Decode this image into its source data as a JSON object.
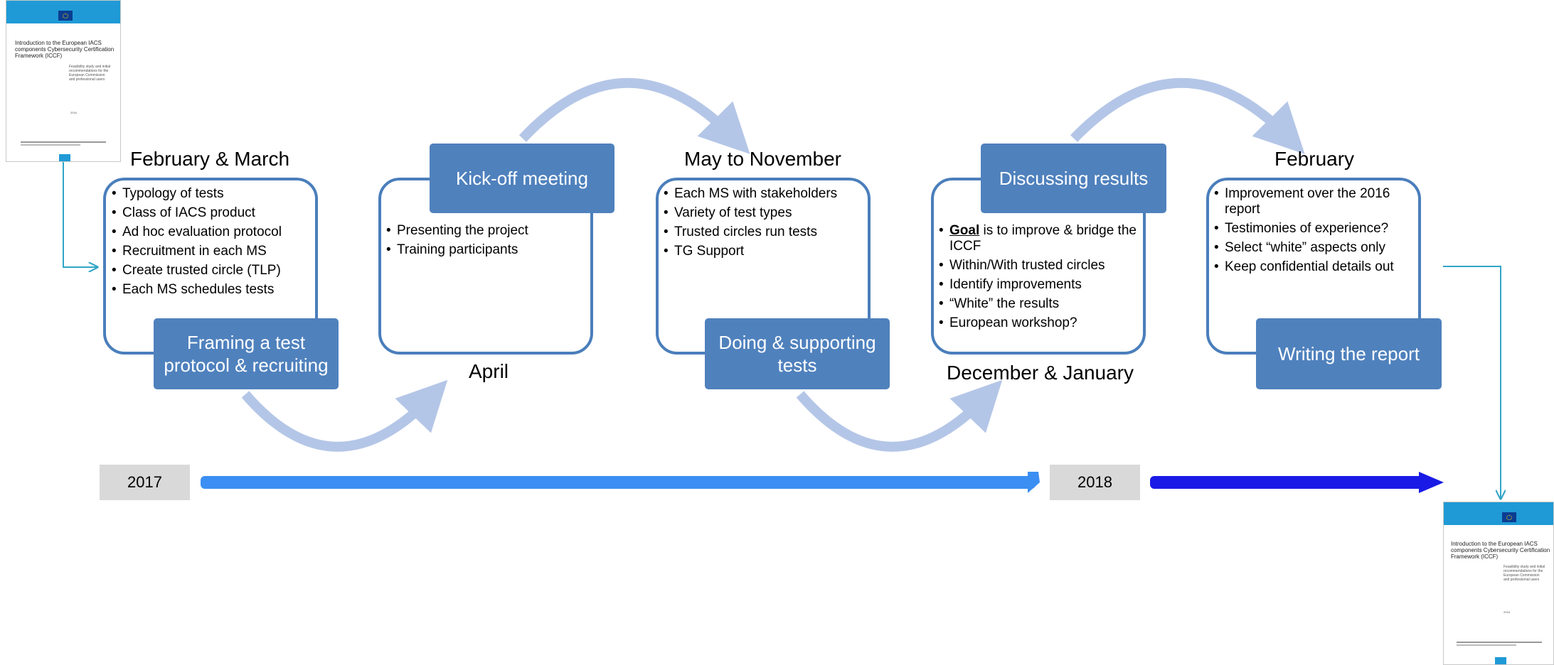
{
  "stages": [
    {
      "period": "February & March",
      "title": "Framing a test protocol & recruiting",
      "bullets": [
        "Typology of tests",
        "Class of IACS product",
        "Ad hoc evaluation protocol",
        "Recruitment in each MS",
        "Create trusted circle (TLP)",
        "Each MS schedules tests"
      ]
    },
    {
      "period": "April",
      "title": "Kick-off meeting",
      "bullets": [
        "Presenting the project",
        "Training participants"
      ]
    },
    {
      "period": "May to November",
      "title": "Doing & supporting tests",
      "bullets": [
        "Each MS with stakeholders",
        "Variety of test types",
        "Trusted circles run tests",
        "TG Support"
      ]
    },
    {
      "period": "December & January",
      "title": "Discussing results",
      "goal_word": "Goal",
      "goal_rest": " is to improve & bridge the ICCF",
      "bullets": [
        "Within/With trusted circles",
        "Identify improvements",
        "“White” the results",
        "European workshop?"
      ]
    },
    {
      "period": "February",
      "title": "Writing the report",
      "bullets": [
        "Improvement over the 2016 report",
        "Testimonies of experience?",
        "Select “white” aspects only",
        "Keep confidential details out"
      ]
    }
  ],
  "timeline": {
    "years": [
      "2017",
      "2018"
    ],
    "colors": {
      "year_2017_arrow": "#3b8ff2",
      "year_2018_arrow": "#1a1ae6"
    }
  },
  "document": {
    "title": "Introduction to the European IACS components Cybersecurity Certification Framework (ICCF)",
    "subtitle": "Feasibility study and initial recommendations for the European Commission and professional users",
    "year": "2016"
  },
  "colors": {
    "box": "#4f81bd",
    "frame": "#4a7ebb",
    "curved_arrow": "#b4c6e7",
    "connector": "#31a5c6"
  }
}
